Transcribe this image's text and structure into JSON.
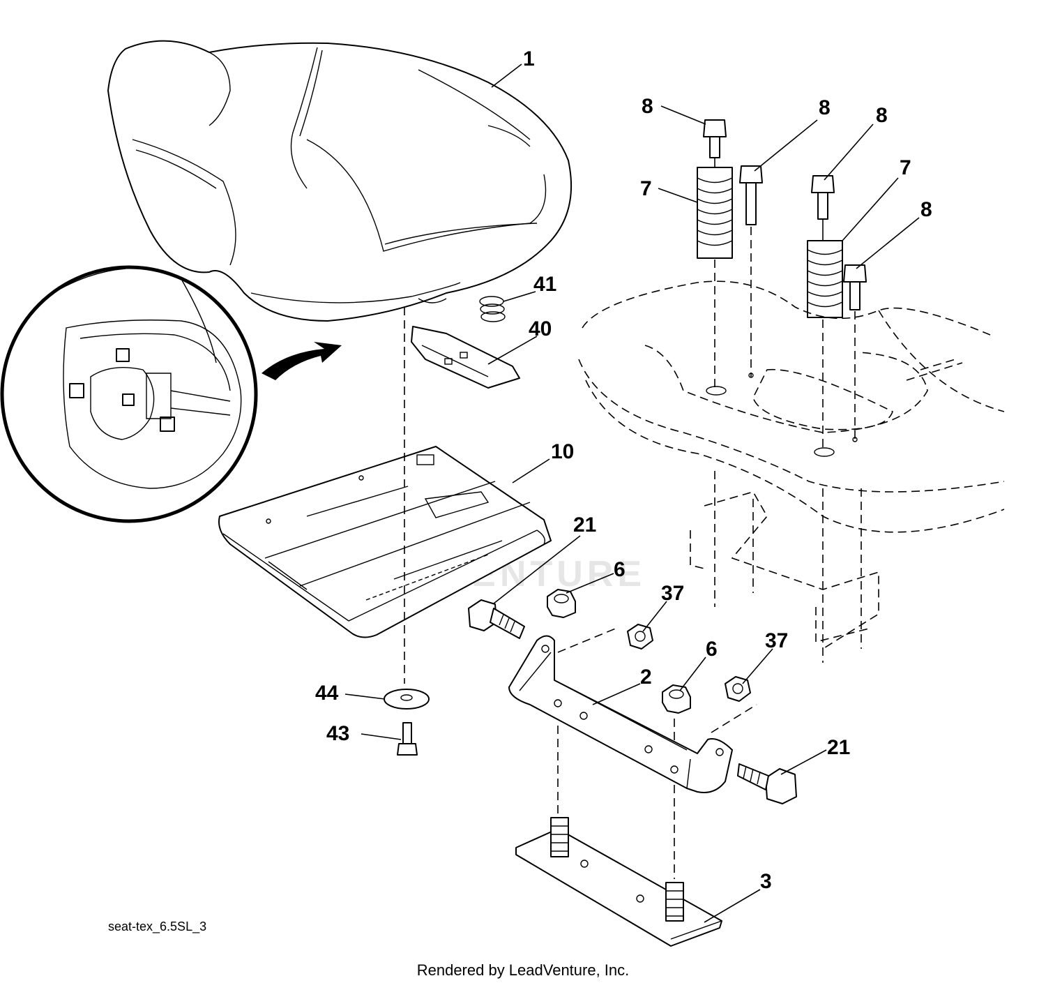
{
  "callouts": {
    "c1": "1",
    "c8a": "8",
    "c8b": "8",
    "c8c": "8",
    "c8d": "8",
    "c7a": "7",
    "c7b": "7",
    "c41": "41",
    "c40": "40",
    "c10": "10",
    "c21a": "21",
    "c6a": "6",
    "c37a": "37",
    "c6b": "6",
    "c37b": "37",
    "c2": "2",
    "c44": "44",
    "c43": "43",
    "c21b": "21",
    "c3": "3"
  },
  "figure_id": "seat-tex_6.5SL_3",
  "credit": "Rendered by LeadVenture, Inc.",
  "watermark": "LEADVENTURE"
}
